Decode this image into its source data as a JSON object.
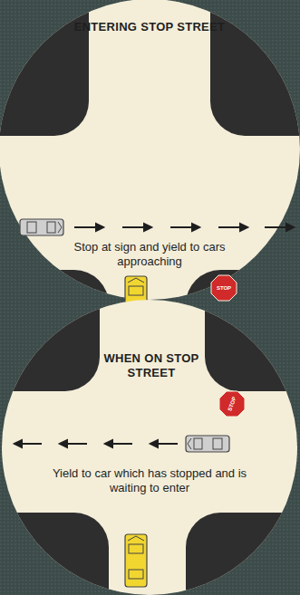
{
  "diagram": {
    "labels": [
      "ENTERING STOP STREET",
      "Stop at sign and yield to cars approaching",
      "STOP",
      "WHEN ON STOP STREET",
      "STOP",
      "Yield to car which has stopped and is waiting to enter"
    ]
  }
}
